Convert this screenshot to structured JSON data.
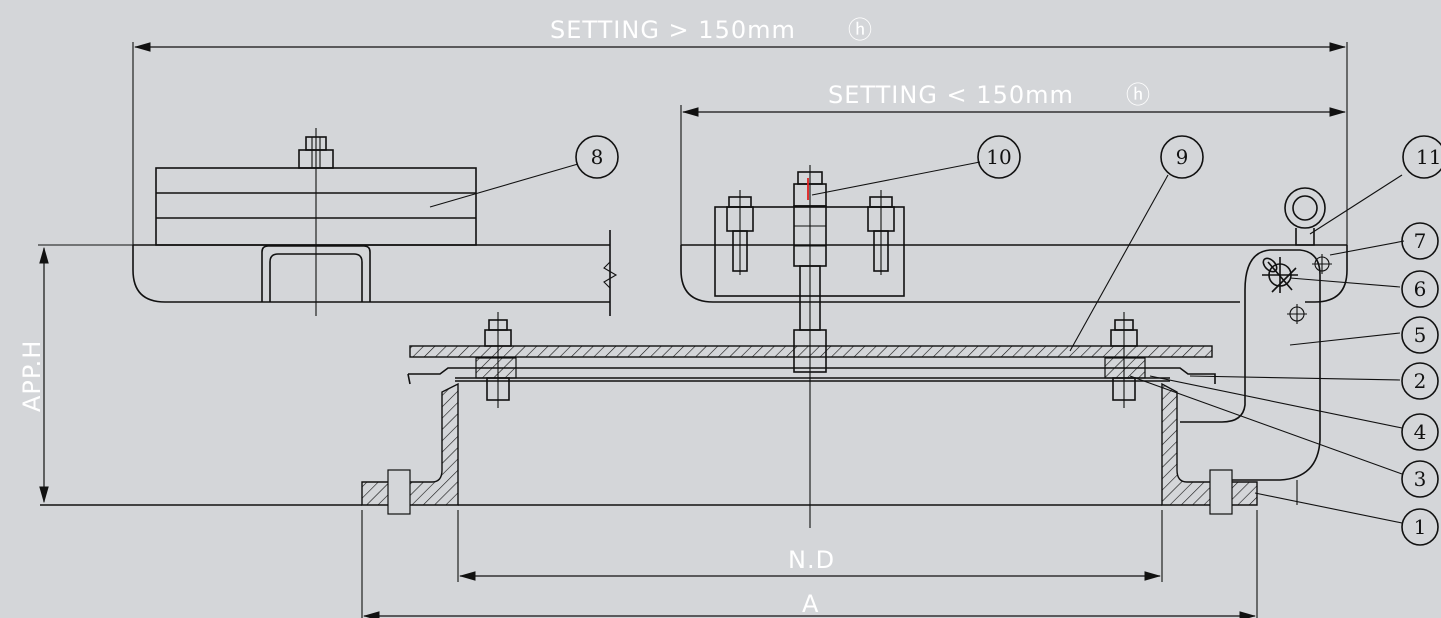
{
  "dimensions": {
    "setting_large": "SETTING > 150mm",
    "setting_small": "SETTING < 150mm",
    "setting_suffix": "ⓗ",
    "height": "APP.H",
    "nominal": "N.D",
    "overall": "A"
  },
  "balloons": [
    "1",
    "2",
    "3",
    "4",
    "5",
    "6",
    "7",
    "8",
    "9",
    "10",
    "11"
  ],
  "colors": {
    "background": "#d4d6d9",
    "line": "#111111",
    "dimension_text": "#ffffff",
    "highlight": "#e02020"
  }
}
